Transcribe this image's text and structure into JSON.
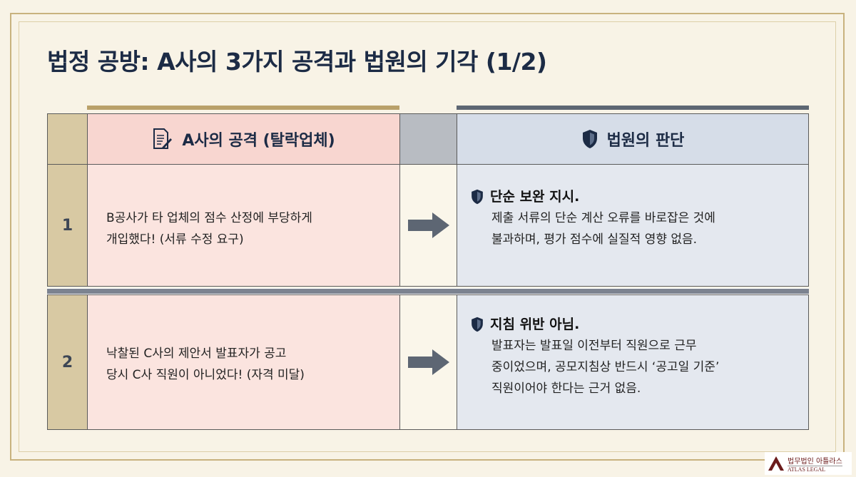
{
  "title": "법정 공방: A사의 3가지 공격과 법원의 기각 (1/2)",
  "headers": {
    "attack": "A사의 공격 (탈락업체)",
    "court": "법원의 판단"
  },
  "rows": [
    {
      "number": "1",
      "attack_lines": [
        "B공사가 타 업체의 점수 산정에 부당하게",
        "개입했다! (서류 수정 요구)"
      ],
      "court_title": "단순 보완 지시.",
      "court_lines": [
        "제출 서류의 단순 계산 오류를 바로잡은 것에",
        "불과하며, 평가 점수에 실질적 영향 없음."
      ]
    },
    {
      "number": "2",
      "attack_lines": [
        "낙찰된 C사의 제안서 발표자가 공고",
        "당시 C사 직원이 아니었다! (자격 미달)"
      ],
      "court_title": "지침 위반 아님.",
      "court_lines": [
        "발표자는 발표일 이전부터 직원으로 근무",
        "중이었으며, 공모지침상 반드시 ‘공고일 기준’",
        "직원이어야 한다는 근거 없음."
      ]
    }
  ],
  "logo": {
    "korean": "법무법인 아틀라스",
    "english": "ATLAS LEGAL"
  },
  "colors": {
    "gold": "#b9a06a",
    "slate": "#5d6673",
    "attack_bg": "#fbe4df",
    "court_bg": "#e4e8ef"
  }
}
